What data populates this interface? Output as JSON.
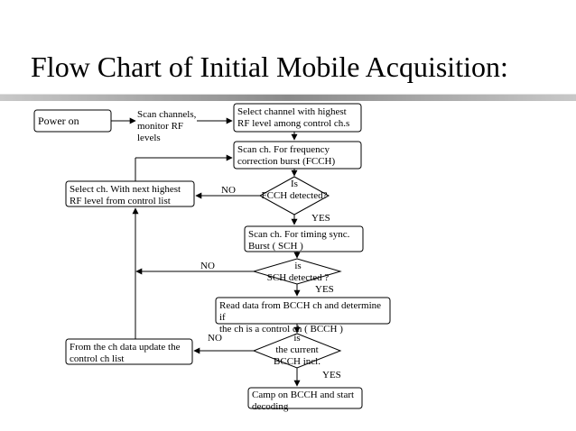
{
  "title": "Flow Chart of Initial Mobile Acquisition:",
  "nodes": {
    "power_on": "Power on",
    "scan_channels": [
      "Scan channels,",
      "monitor RF",
      "levels"
    ],
    "select_channel": [
      "Select channel with highest",
      "RF level among control ch.s"
    ],
    "scan_fcch": [
      "Scan ch. For frequency",
      "correction burst (FCCH)"
    ],
    "fcch_decision": [
      "Is",
      "FCCH detected?"
    ],
    "select_next": [
      "Select ch. With next highest",
      "RF level from control list"
    ],
    "scan_sch": [
      "Scan ch. For timing sync.",
      "Burst ( SCH )"
    ],
    "sch_decision": [
      "is",
      "SCH detected ?"
    ],
    "read_bcch": [
      "Read data from BCCH ch and determine if",
      "the ch  is a control ch ( BCCH )"
    ],
    "bcch_decision": [
      "is",
      "the current",
      "BCCH incl."
    ],
    "update_list": [
      "From the ch data update the",
      "control ch list"
    ],
    "camp": [
      "Camp on BCCH and start",
      "decoding"
    ]
  },
  "labels": {
    "no": "NO",
    "yes": "YES"
  }
}
